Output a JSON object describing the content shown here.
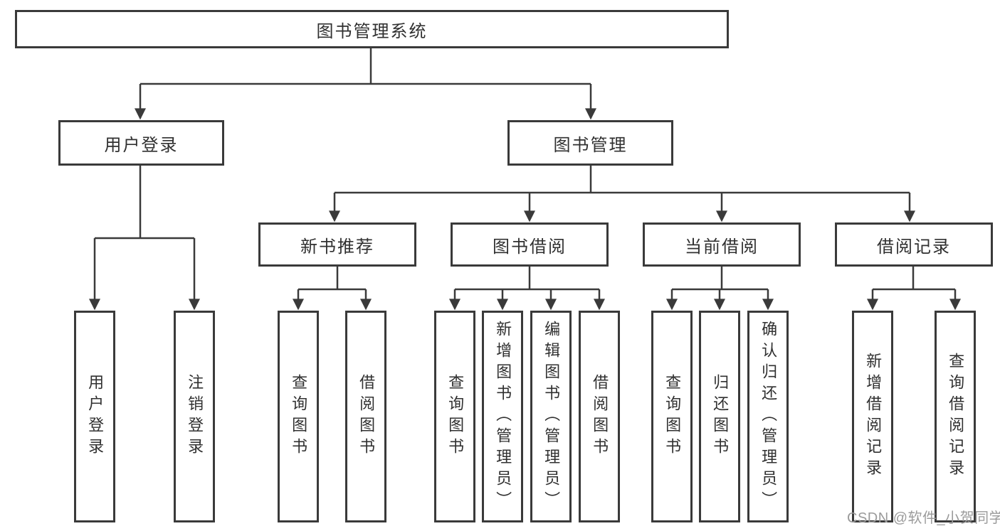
{
  "page": {
    "background": "#ffffff"
  },
  "diagram": {
    "type": "hierarchy-tree",
    "colors": {
      "line": "#3a3a3a",
      "text": "#303030",
      "box_bg": "#ffffff",
      "watermark": "#9b9b9b"
    },
    "root": {
      "label": "图书管理系统",
      "children": [
        {
          "label": "用户登录",
          "children": [
            {
              "label": "用户登录"
            },
            {
              "label": "注销登录"
            }
          ]
        },
        {
          "label": "图书管理",
          "children": [
            {
              "label": "新书推荐",
              "children": [
                {
                  "label": "查询图书"
                },
                {
                  "label": "借阅图书"
                }
              ]
            },
            {
              "label": "图书借阅",
              "children": [
                {
                  "label": "查询图书"
                },
                {
                  "label": "新增图书（管理员）"
                },
                {
                  "label": "编辑图书（管理员）"
                },
                {
                  "label": "借阅图书"
                }
              ]
            },
            {
              "label": "当前借阅",
              "children": [
                {
                  "label": "查询图书"
                },
                {
                  "label": "归还图书"
                },
                {
                  "label": "确认归还（管理员）"
                }
              ]
            },
            {
              "label": "借阅记录",
              "children": [
                {
                  "label": "新增借阅记录"
                },
                {
                  "label": "查询借阅记录"
                }
              ]
            }
          ]
        }
      ]
    }
  },
  "watermark": {
    "text": "CSDN @软件_小贺同学"
  }
}
